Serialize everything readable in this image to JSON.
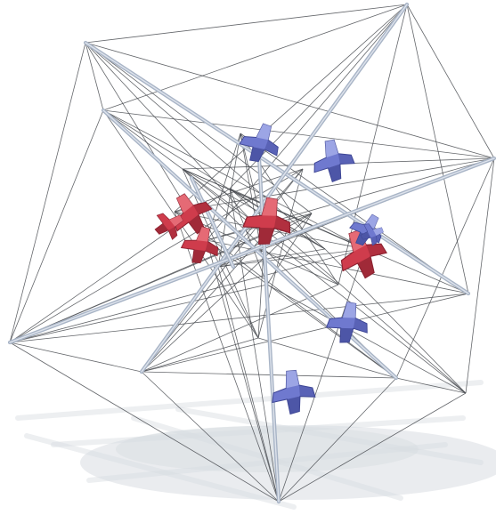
{
  "scene": {
    "subject": "wireframe-polyhedron-with-figures",
    "colors": {
      "background": "#ffffff",
      "thin_strut": "#4a4d52",
      "thick_strut": "#a8b4c6",
      "thick_strut_highlight": "#e4e9f1",
      "red_figure": "#cf3c4c",
      "red_figure_shade": "#8c2230",
      "red_figure_light": "#ea7580",
      "blue_figure": "#6f79cf",
      "blue_figure_shade": "#3f4796",
      "blue_figure_light": "#a7b0ea",
      "shadow": "#d8dde2"
    },
    "figure_counts": {
      "red": 5,
      "blue": 6
    }
  }
}
